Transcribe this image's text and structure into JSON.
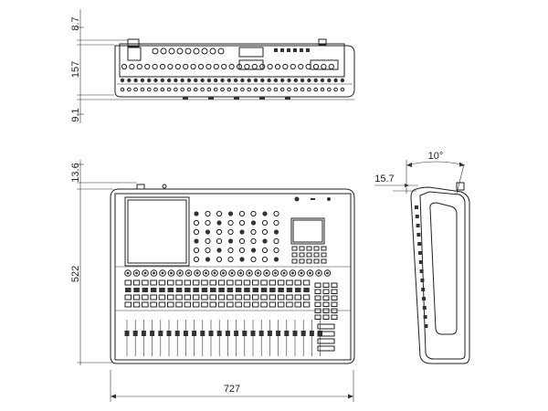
{
  "diagram": {
    "top_view": {
      "dims": {
        "top_margin": "8.7",
        "height": "157",
        "bottom_margin": "9.1"
      }
    },
    "front_view": {
      "dims": {
        "top_margin": "13.6",
        "depth": "522",
        "width": "727"
      }
    },
    "side_view": {
      "dims": {
        "angle": "10°",
        "offset": "15.7"
      }
    }
  }
}
